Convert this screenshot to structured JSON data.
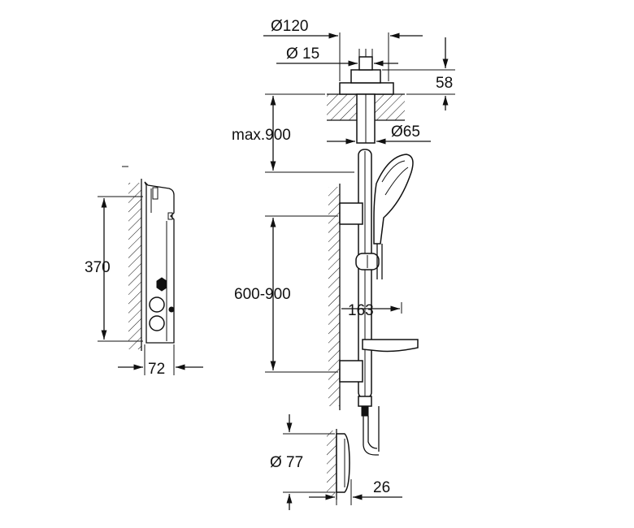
{
  "dimensions": {
    "diameter_120": "Ø120",
    "diameter_15": "Ø 15",
    "height_58": "58",
    "max_900": "max.900",
    "diameter_65": "Ø65",
    "height_370": "370",
    "range_600_900": "600-900",
    "width_163": "163",
    "width_72": "72",
    "diameter_77": "Ø 77",
    "depth_26": "26"
  }
}
